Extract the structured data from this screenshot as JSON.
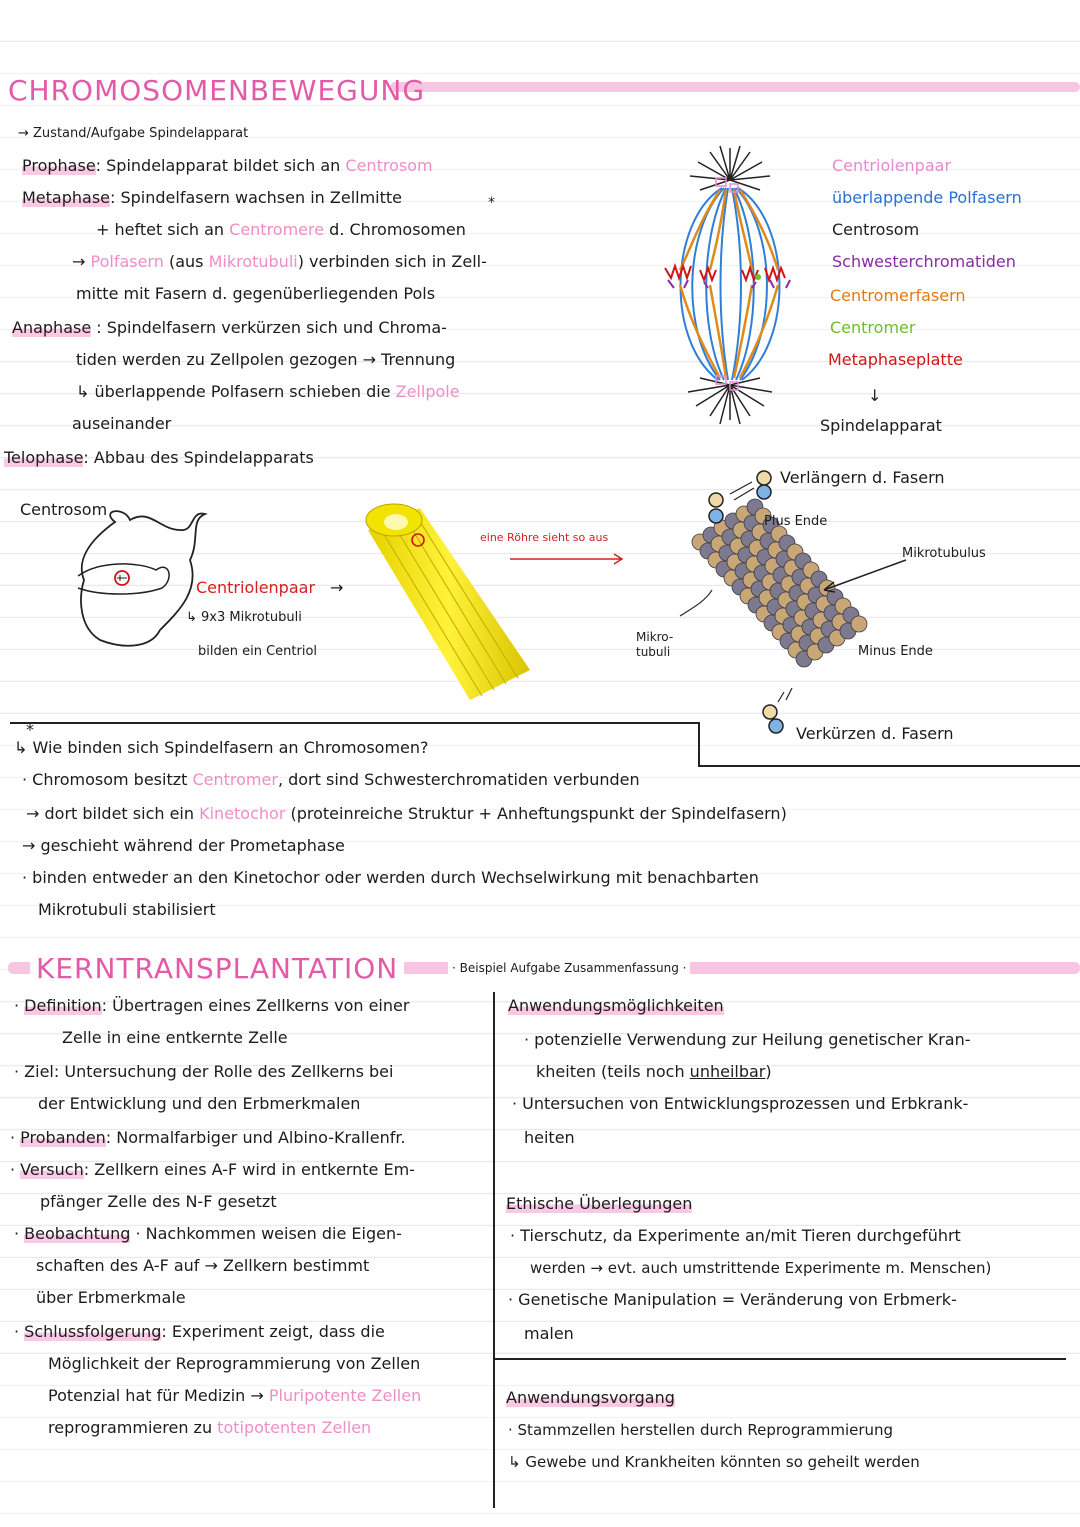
{
  "section1": {
    "title": "CHROMOSOMENBEWEGUNG",
    "intro": "→ Zustand/Aufgabe Spindelapparat",
    "prophase": {
      "label": "Prophase",
      "text": ": Spindelapparat bildet sich an ",
      "pink": "Centrosom"
    },
    "metaphase": {
      "label": "Metaphase",
      "text": ": Spindelfasern wachsen in Zellmitte"
    },
    "meta_line2": {
      "pre": "+ heftet sich an ",
      "pink": "Centromere",
      "post": " d. Chromosomen",
      "star": "*"
    },
    "meta_line3": {
      "arrow": "→ ",
      "pink1": "Polfasern",
      "mid": " (aus ",
      "pink2": "Mikrotubuli",
      "post": ") verbinden sich in Zell-"
    },
    "meta_line4": "mitte mit Fasern d. gegenüberliegenden Pols",
    "anaphase": {
      "label": "Anaphase",
      "text": " : Spindelfasern verkürzen sich und Chroma-"
    },
    "ana_line2": "tiden werden zu Zellpolen gezogen → Trennung",
    "ana_line3": {
      "pre": "↳ überlappende Polfasern schieben die ",
      "pink": "Zellpole"
    },
    "ana_line4": "auseinander",
    "telophase": {
      "label": "Telophase",
      "text": ": Abbau des Spindelapparats"
    }
  },
  "spindle_legend": {
    "items": [
      {
        "text": "Centriolenpaar",
        "color": "#e58ad0"
      },
      {
        "text": "überlappende Polfasern",
        "color": "#2a6fd6"
      },
      {
        "text": "Centrosom",
        "color": "#222222"
      },
      {
        "text": "Schwesterchromatiden",
        "color": "#8a2ba6"
      },
      {
        "text": "Centromerfasern",
        "color": "#e07b10"
      },
      {
        "text": "Centromer",
        "color": "#6bbf2a"
      },
      {
        "text": "Metaphaseplatte",
        "color": "#d11515"
      }
    ],
    "arrow": "↓",
    "caption": "Spindelapparat"
  },
  "centrosome_fig": {
    "label": "Centrosom",
    "pair": "Centriolenpaar",
    "sub1": "↳ 9x3 Mikrotubuli",
    "sub2": "bilden ein Centriol",
    "tube_note": "eine Röhre sieht so aus"
  },
  "microtubule_fig": {
    "lengthen": "Verlängern d. Fasern",
    "plus": "Plus Ende",
    "label": "Mikrotubulus",
    "side": "Mikro-\ntubuli",
    "minus": "Minus Ende",
    "shorten": "Verkürzen d. Fasern"
  },
  "binding": {
    "star": "*",
    "question": "↳ Wie binden sich Spindelfasern an Chromosomen?",
    "l1": {
      "pre": "· Chromosom besitzt ",
      "pink": "Centromer",
      "post": ", dort sind Schwesterchromatiden verbunden"
    },
    "l2": {
      "pre": "→ dort bildet sich ein ",
      "pink": "Kinetochor",
      "post": " (proteinreiche Struktur + Anheftungspunkt der Spindelfasern)"
    },
    "l3": "→ geschieht während der Prometaphase",
    "l4": "· binden entweder an den Kinetochor oder werden durch Wechselwirkung mit benachbarten",
    "l5": "Mikrotubuli stabilisiert"
  },
  "section2": {
    "title": "KERNTRANSPLANTATION",
    "note": "· Beispiel Aufgabe Zusammenfassung ·",
    "left": {
      "def_label": "Definition",
      "def1": ": Übertragen eines Zellkerns von einer",
      "def2": "Zelle in eine entkernte Zelle",
      "ziel_label": "Ziel",
      "ziel1": ": Untersuchung der Rolle des Zellkerns bei",
      "ziel2": "der Entwicklung und den Erbmerkmalen",
      "prob_label": "Probanden",
      "prob": ": Normalfarbiger und Albino-Krallenfr.",
      "vers_label": "Versuch",
      "vers1": ": Zellkern eines A-F wird in entkernte Em-",
      "vers2": "pfänger Zelle des N-F gesetzt",
      "beob_label": "Beobachtung",
      "beob1": " · Nachkommen weisen die Eigen-",
      "beob2": "schaften des A-F auf → Zellkern bestimmt",
      "beob3": "über Erbmerkmale",
      "schl_label": "Schlussfolgerung",
      "schl1": ": Experiment zeigt, dass die",
      "schl2": "Möglichkeit der Reprogrammierung von Zellen",
      "schl3_pre": "Potenzial hat für Medizin → ",
      "schl3_pink": "Pluripotente Zellen",
      "schl4_pre": "reprogrammieren zu ",
      "schl4_pink": "totipotenten Zellen"
    },
    "right": {
      "anw_title": "Anwendungsmöglichkeiten",
      "a1": "· potenzielle Verwendung zur Heilung genetischer Kran-",
      "a2_pre": "kheiten (teils noch ",
      "a2_u": "unheilbar",
      "a2_post": ")",
      "a3": "· Untersuchen von Entwicklungsprozessen und Erbkrank-",
      "a4": "heiten",
      "eth_title": "Ethische Überlegungen",
      "e1": "· Tierschutz, da Experimente an/mit Tieren durchgeführt",
      "e2": "werden → evt. auch umstrittende Experimente m. Menschen)",
      "e3": "· Genetische Manipulation = Veränderung von Erbmerk-",
      "e4": "malen",
      "vorg_title": "Anwendungsvorgang",
      "v1": "· Stammzellen herstellen durch Reprogrammierung",
      "v2": "↳ Gewebe und Krankheiten könnten so geheilt werden"
    }
  }
}
